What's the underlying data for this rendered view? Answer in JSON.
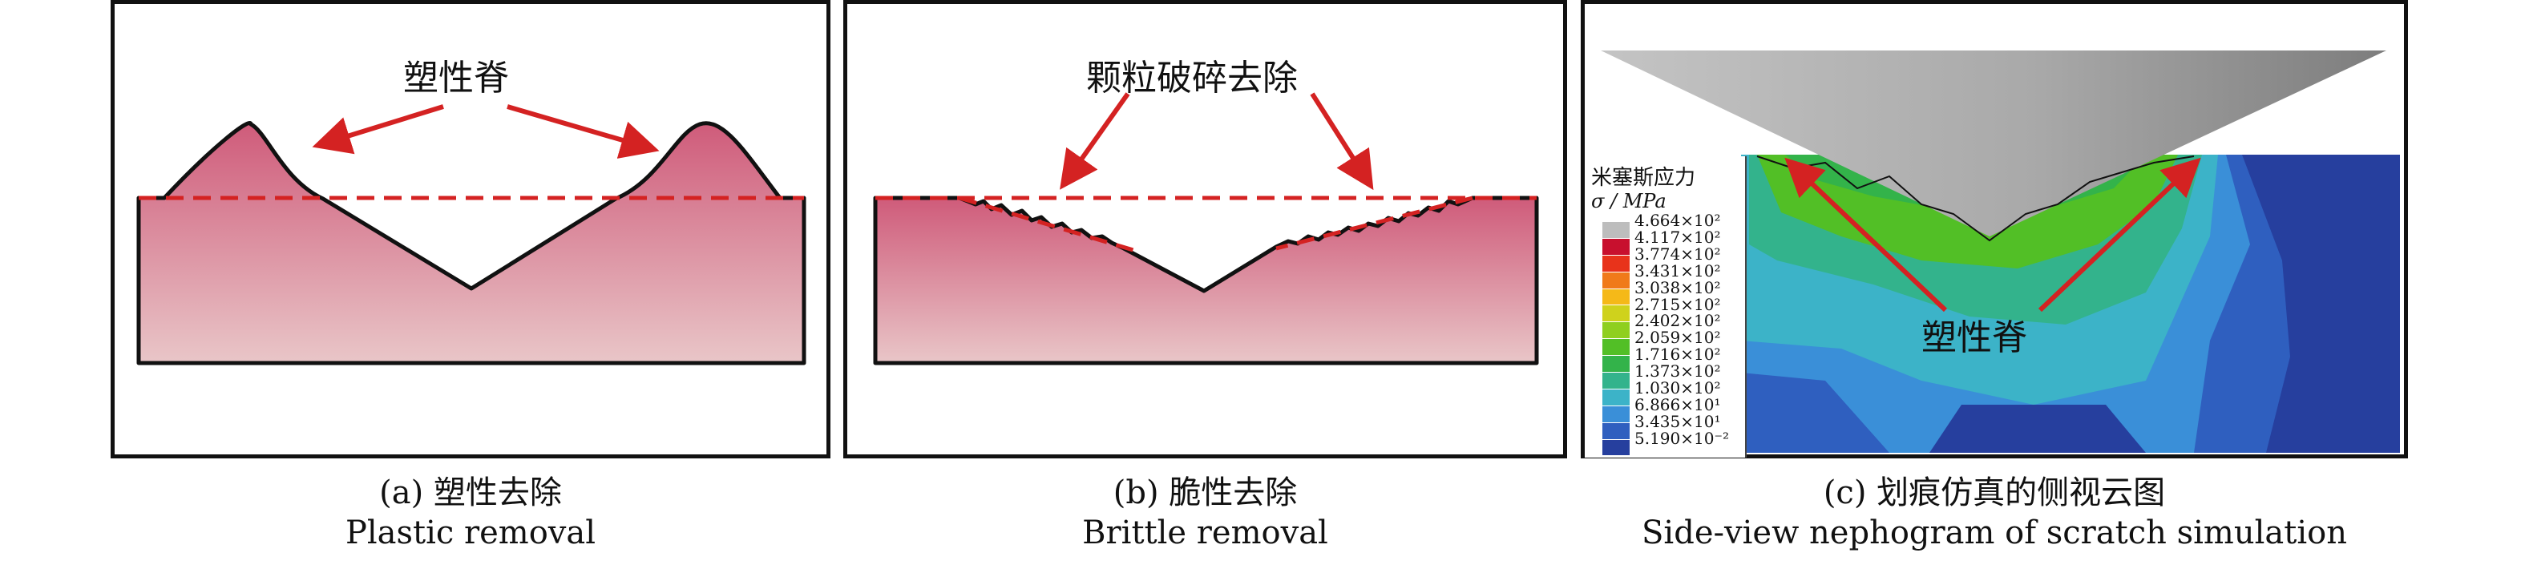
{
  "panel_a": {
    "callout": "塑性脊",
    "caption_cn": "(a) 塑性去除",
    "caption_en": "Plastic removal"
  },
  "panel_b": {
    "callout": "颗粒破碎去除",
    "caption_cn": "(b) 脆性去除",
    "caption_en": "Brittle removal"
  },
  "panel_c": {
    "callout": "塑性脊",
    "caption_cn": "(c) 划痕仿真的侧视云图",
    "caption_en": "Side-view nephogram of scratch simulation",
    "legend": {
      "title": "米塞斯应力",
      "unit": "σ / MPa",
      "entries": [
        {
          "label": "4.664×10²",
          "color": "#bdbdbd"
        },
        {
          "label": "4.117×10²",
          "color": "#c8102e"
        },
        {
          "label": "3.774×10²",
          "color": "#e8331b"
        },
        {
          "label": "3.431×10²",
          "color": "#f07a1a"
        },
        {
          "label": "3.038×10²",
          "color": "#f5b918"
        },
        {
          "label": "2.715×10²",
          "color": "#cfd21c"
        },
        {
          "label": "2.402×10²",
          "color": "#8fcf1f"
        },
        {
          "label": "2.059×10²",
          "color": "#52bf26"
        },
        {
          "label": "1.716×10²",
          "color": "#33b34a"
        },
        {
          "label": "1.373×10²",
          "color": "#33b38c"
        },
        {
          "label": "1.030×10²",
          "color": "#3cb3c8"
        },
        {
          "label": "6.866×10¹",
          "color": "#3a8fd8"
        },
        {
          "label": "3.435×10¹",
          "color": "#2f5fbf"
        },
        {
          "label": "5.190×10⁻²",
          "color": "#263f9e"
        }
      ]
    }
  },
  "colors": {
    "arrow": "#d42222",
    "dash": "#d42222",
    "material_top": "#d0607e",
    "material_bottom": "#e8c2c4",
    "outline": "#111111"
  }
}
